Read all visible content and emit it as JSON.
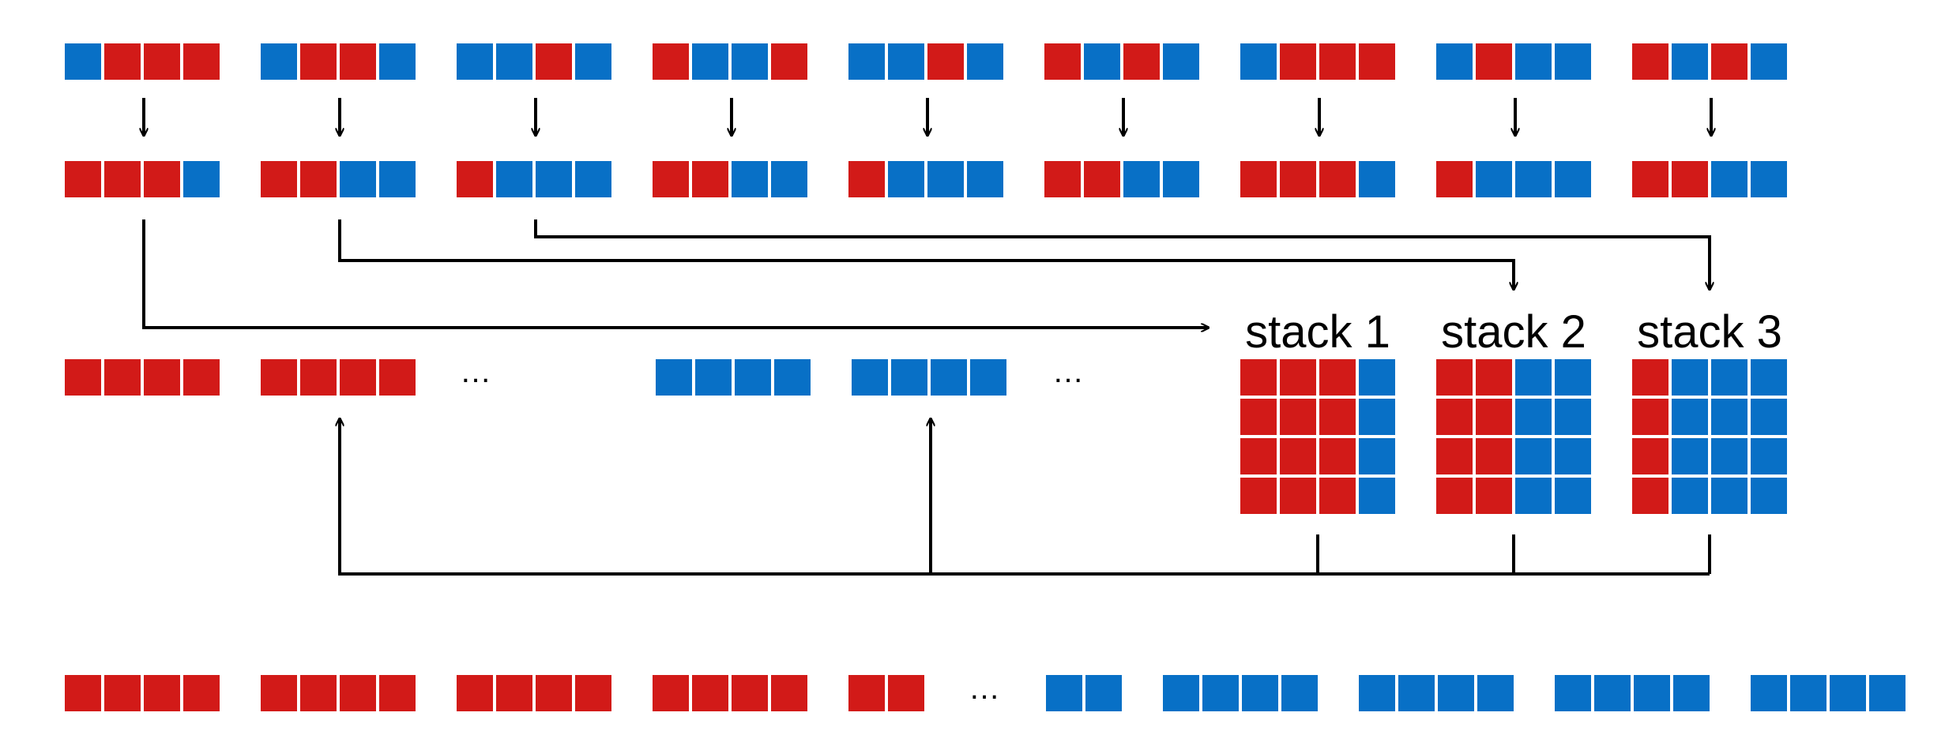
{
  "colors": {
    "R": "#d21a18",
    "B": "#0870c6",
    "line": "#000000"
  },
  "rows": {
    "input": [
      "BRRR",
      "BRRB",
      "BBRB",
      "RBBR",
      "BBRB",
      "RBRB",
      "BRRR",
      "BRBB",
      "RBRB"
    ],
    "sorted": [
      "RRRB",
      "RRBB",
      "RBBB",
      "RRBB",
      "RBBB",
      "RRBB",
      "RRRB",
      "RBBB",
      "RRBB"
    ],
    "middle": [
      "RRRR",
      "RRRR",
      "…",
      "BBBB",
      "BBBB",
      "…"
    ],
    "bottom": [
      "RRRR",
      "RRRR",
      "RRRR",
      "RRRR",
      "RR",
      "…",
      "BB",
      "BBBB",
      "BBBB",
      "BBBB",
      "BBBB"
    ]
  },
  "stacks": [
    {
      "label": "stack 1",
      "pattern": "RRRB"
    },
    {
      "label": "stack 2",
      "pattern": "RRBB"
    },
    {
      "label": "stack 3",
      "pattern": "RBBB"
    }
  ],
  "ellipsis": "…"
}
